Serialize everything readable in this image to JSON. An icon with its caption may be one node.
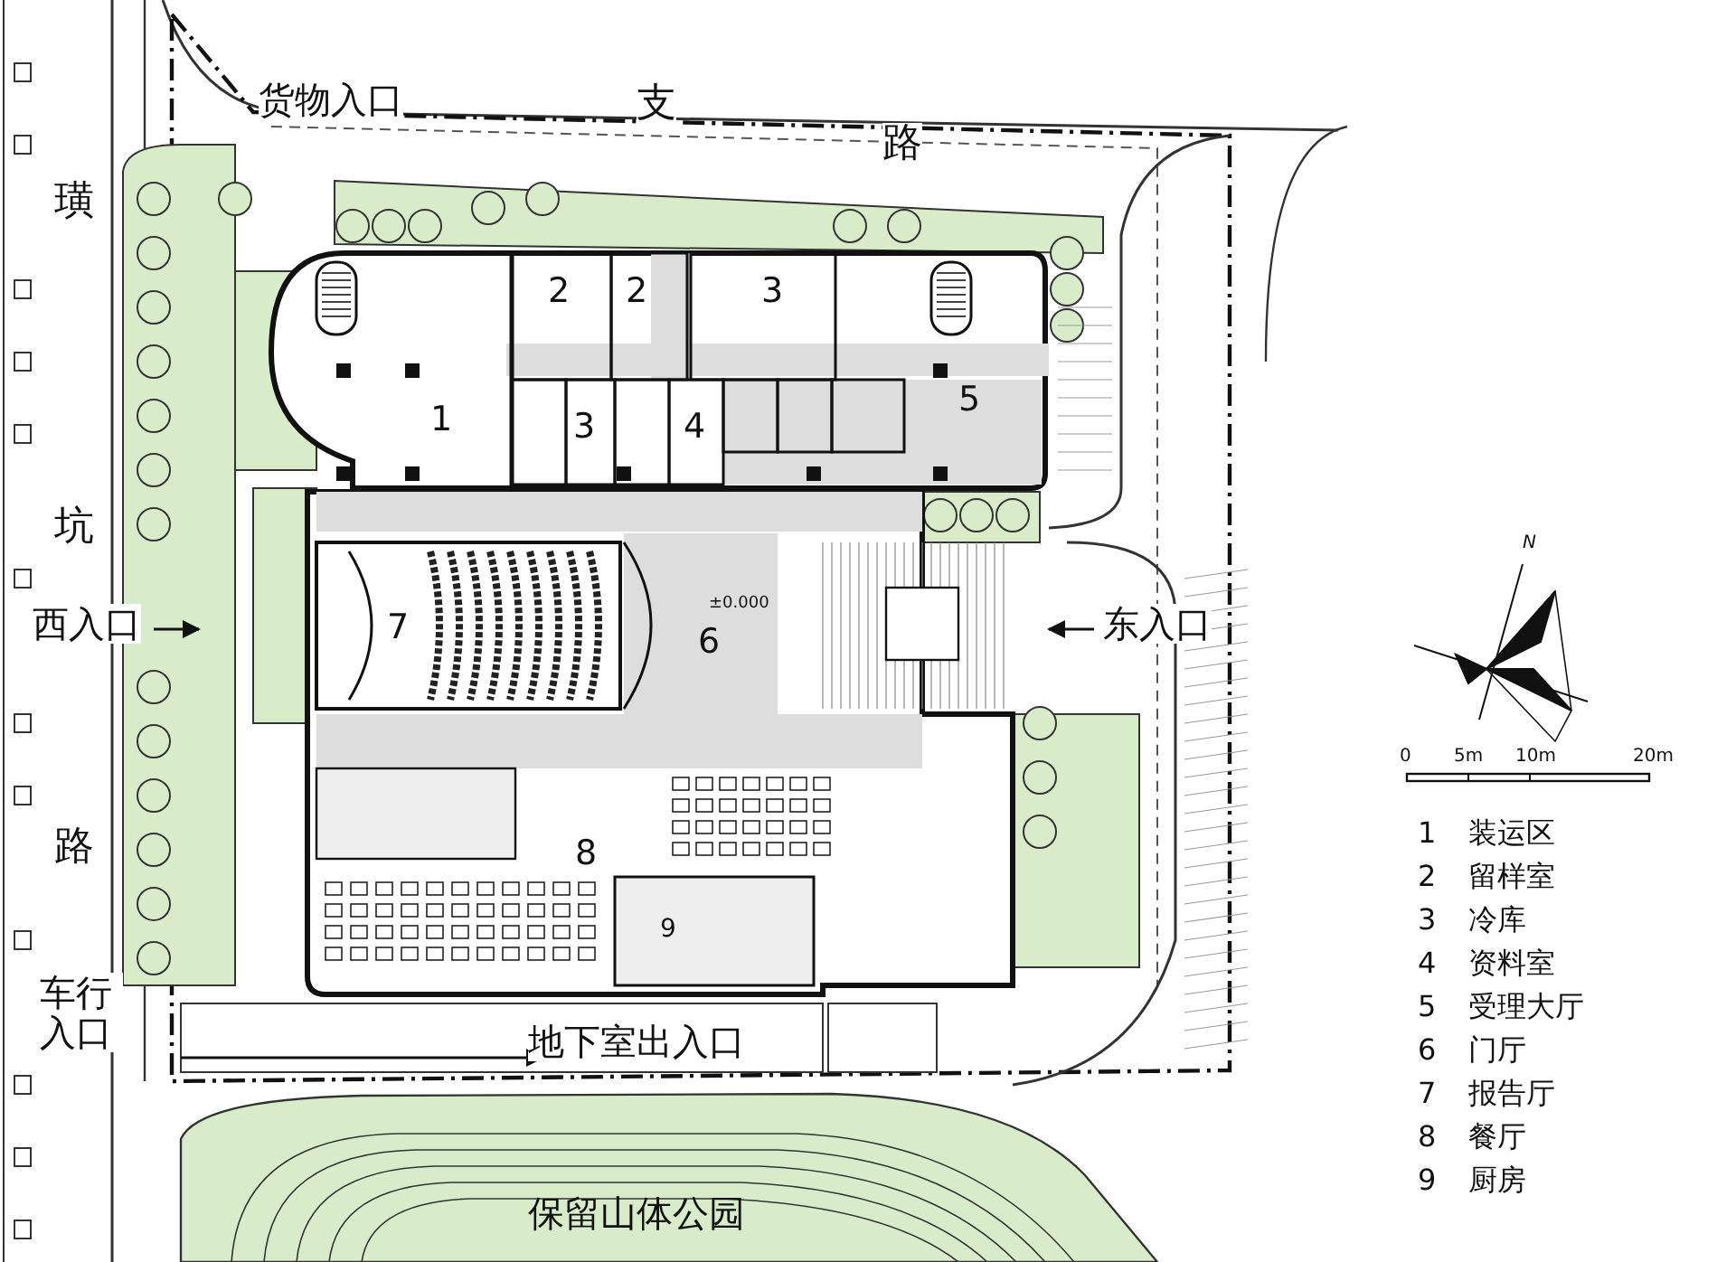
{
  "diagram": {
    "labels": [
      "货物入口",
      "支",
      "路",
      "璜",
      "2",
      "2",
      "3",
      "1",
      "3",
      "4",
      "5",
      "坑",
      "西入口",
      "7",
      "东入口",
      "N",
      "±0.000",
      "6",
      "0",
      "5m",
      "10m",
      "20m",
      "路",
      "8",
      "9",
      "车行入口",
      "地下室出入口",
      "保留山体公园",
      "1",
      "装运区",
      "2",
      "留样室",
      "3",
      "冷库",
      "4",
      "资料室",
      "5",
      "受理大厅",
      "6",
      "门厅",
      "7",
      "报告厅",
      "8",
      "餐厅",
      "9",
      "厨房"
    ]
  }
}
